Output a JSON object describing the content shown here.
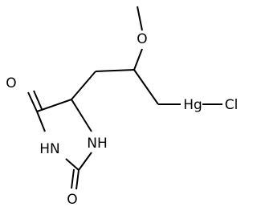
{
  "molecule": {
    "atoms": {
      "o_methoxy": "O",
      "o_carbonyl_upper": "O",
      "o_carbonyl_lower": "O",
      "n_hn": "HN",
      "n_nh": "NH",
      "hg": "Hg",
      "cl": "Cl"
    }
  }
}
